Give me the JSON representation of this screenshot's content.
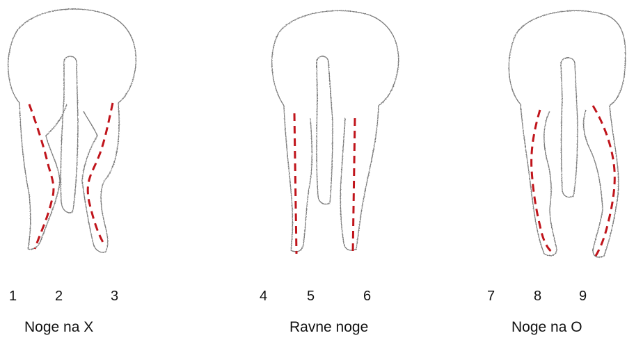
{
  "colors": {
    "outline": "#7a7a7a",
    "guide_line": "#c0141b",
    "background": "#ffffff",
    "text": "#111111"
  },
  "panels": [
    {
      "id": "x",
      "numbers": [
        "1",
        "2",
        "3"
      ],
      "caption": "Noge na X"
    },
    {
      "id": "straight",
      "numbers": [
        "4",
        "5",
        "6"
      ],
      "caption": "Ravne noge"
    },
    {
      "id": "o",
      "numbers": [
        "7",
        "8",
        "9"
      ],
      "caption": "Noge na O"
    }
  ]
}
